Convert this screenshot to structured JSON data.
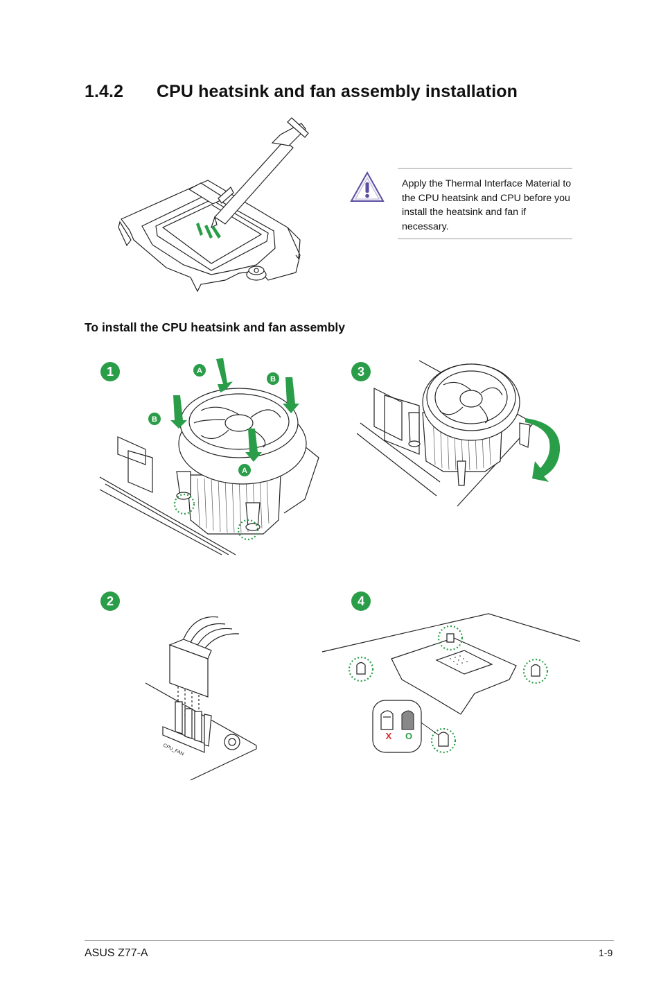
{
  "section": {
    "number": "1.4.2",
    "title": "CPU heatsink and fan assembly installation"
  },
  "note": {
    "text": "Apply the Thermal Interface Material to the CPU heatsink and CPU before you install the heatsink and fan if necessary."
  },
  "subheading": "To install the CPU heatsink and fan assembly",
  "steps": [
    {
      "label": "1"
    },
    {
      "label": "2"
    },
    {
      "label": "3"
    },
    {
      "label": "4"
    }
  ],
  "figure1": {
    "label_a": "A",
    "label_b": "B"
  },
  "figure2": {
    "connector_label": "CPU_FAN"
  },
  "figure4": {
    "wrong_mark": "X",
    "right_mark": "O"
  },
  "colors": {
    "accent_green": "#2a9d48",
    "wrong_red": "#e0262b",
    "warning_purple": "#5a4ea0"
  },
  "footer": {
    "model": "ASUS Z77-A",
    "page": "1-9"
  }
}
